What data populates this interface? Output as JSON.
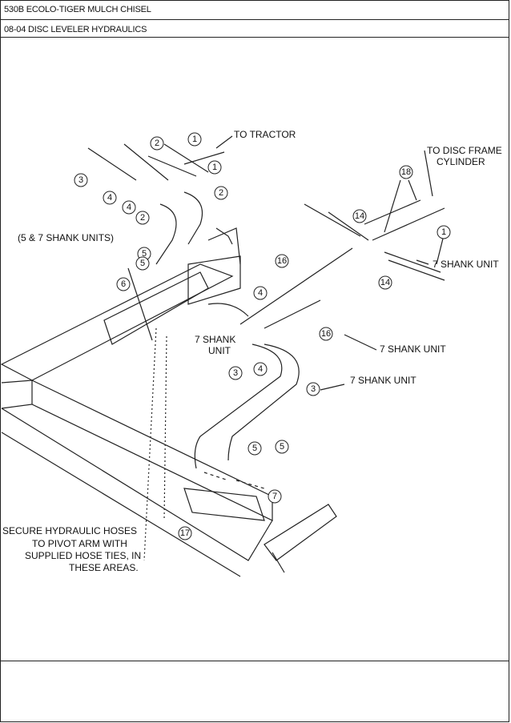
{
  "header": {
    "title": "530B ECOLO-TIGER MULCH CHISEL",
    "subtitle": "08-04 DISC LEVELER HYDRAULICS"
  },
  "labels": {
    "to_tractor": "TO TRACTOR",
    "to_disc_frame_1": "TO DISC FRAME",
    "to_disc_frame_2": "CYLINDER",
    "shank_units": "(5 & 7 SHANK UNITS)",
    "seven_shank_a": "7 SHANK UNIT",
    "seven_shank_b": "7 SHANK UNIT",
    "seven_shank_c": "7 SHANK UNIT",
    "seven_shank_left_1": "7 SHANK",
    "seven_shank_left_2": "UNIT",
    "secure_1": "SECURE HYDRAULIC HOSES",
    "secure_2": "TO PIVOT ARM WITH",
    "secure_3": "SUPPLIED HOSE TIES, IN",
    "secure_4": "THESE AREAS."
  },
  "callouts": [
    "2",
    "1",
    "1",
    "3",
    "4",
    "4",
    "2",
    "2",
    "5",
    "5",
    "6",
    "18",
    "14",
    "1",
    "16",
    "14",
    "4",
    "16",
    "4",
    "3",
    "3",
    "5",
    "5",
    "7",
    "17"
  ]
}
